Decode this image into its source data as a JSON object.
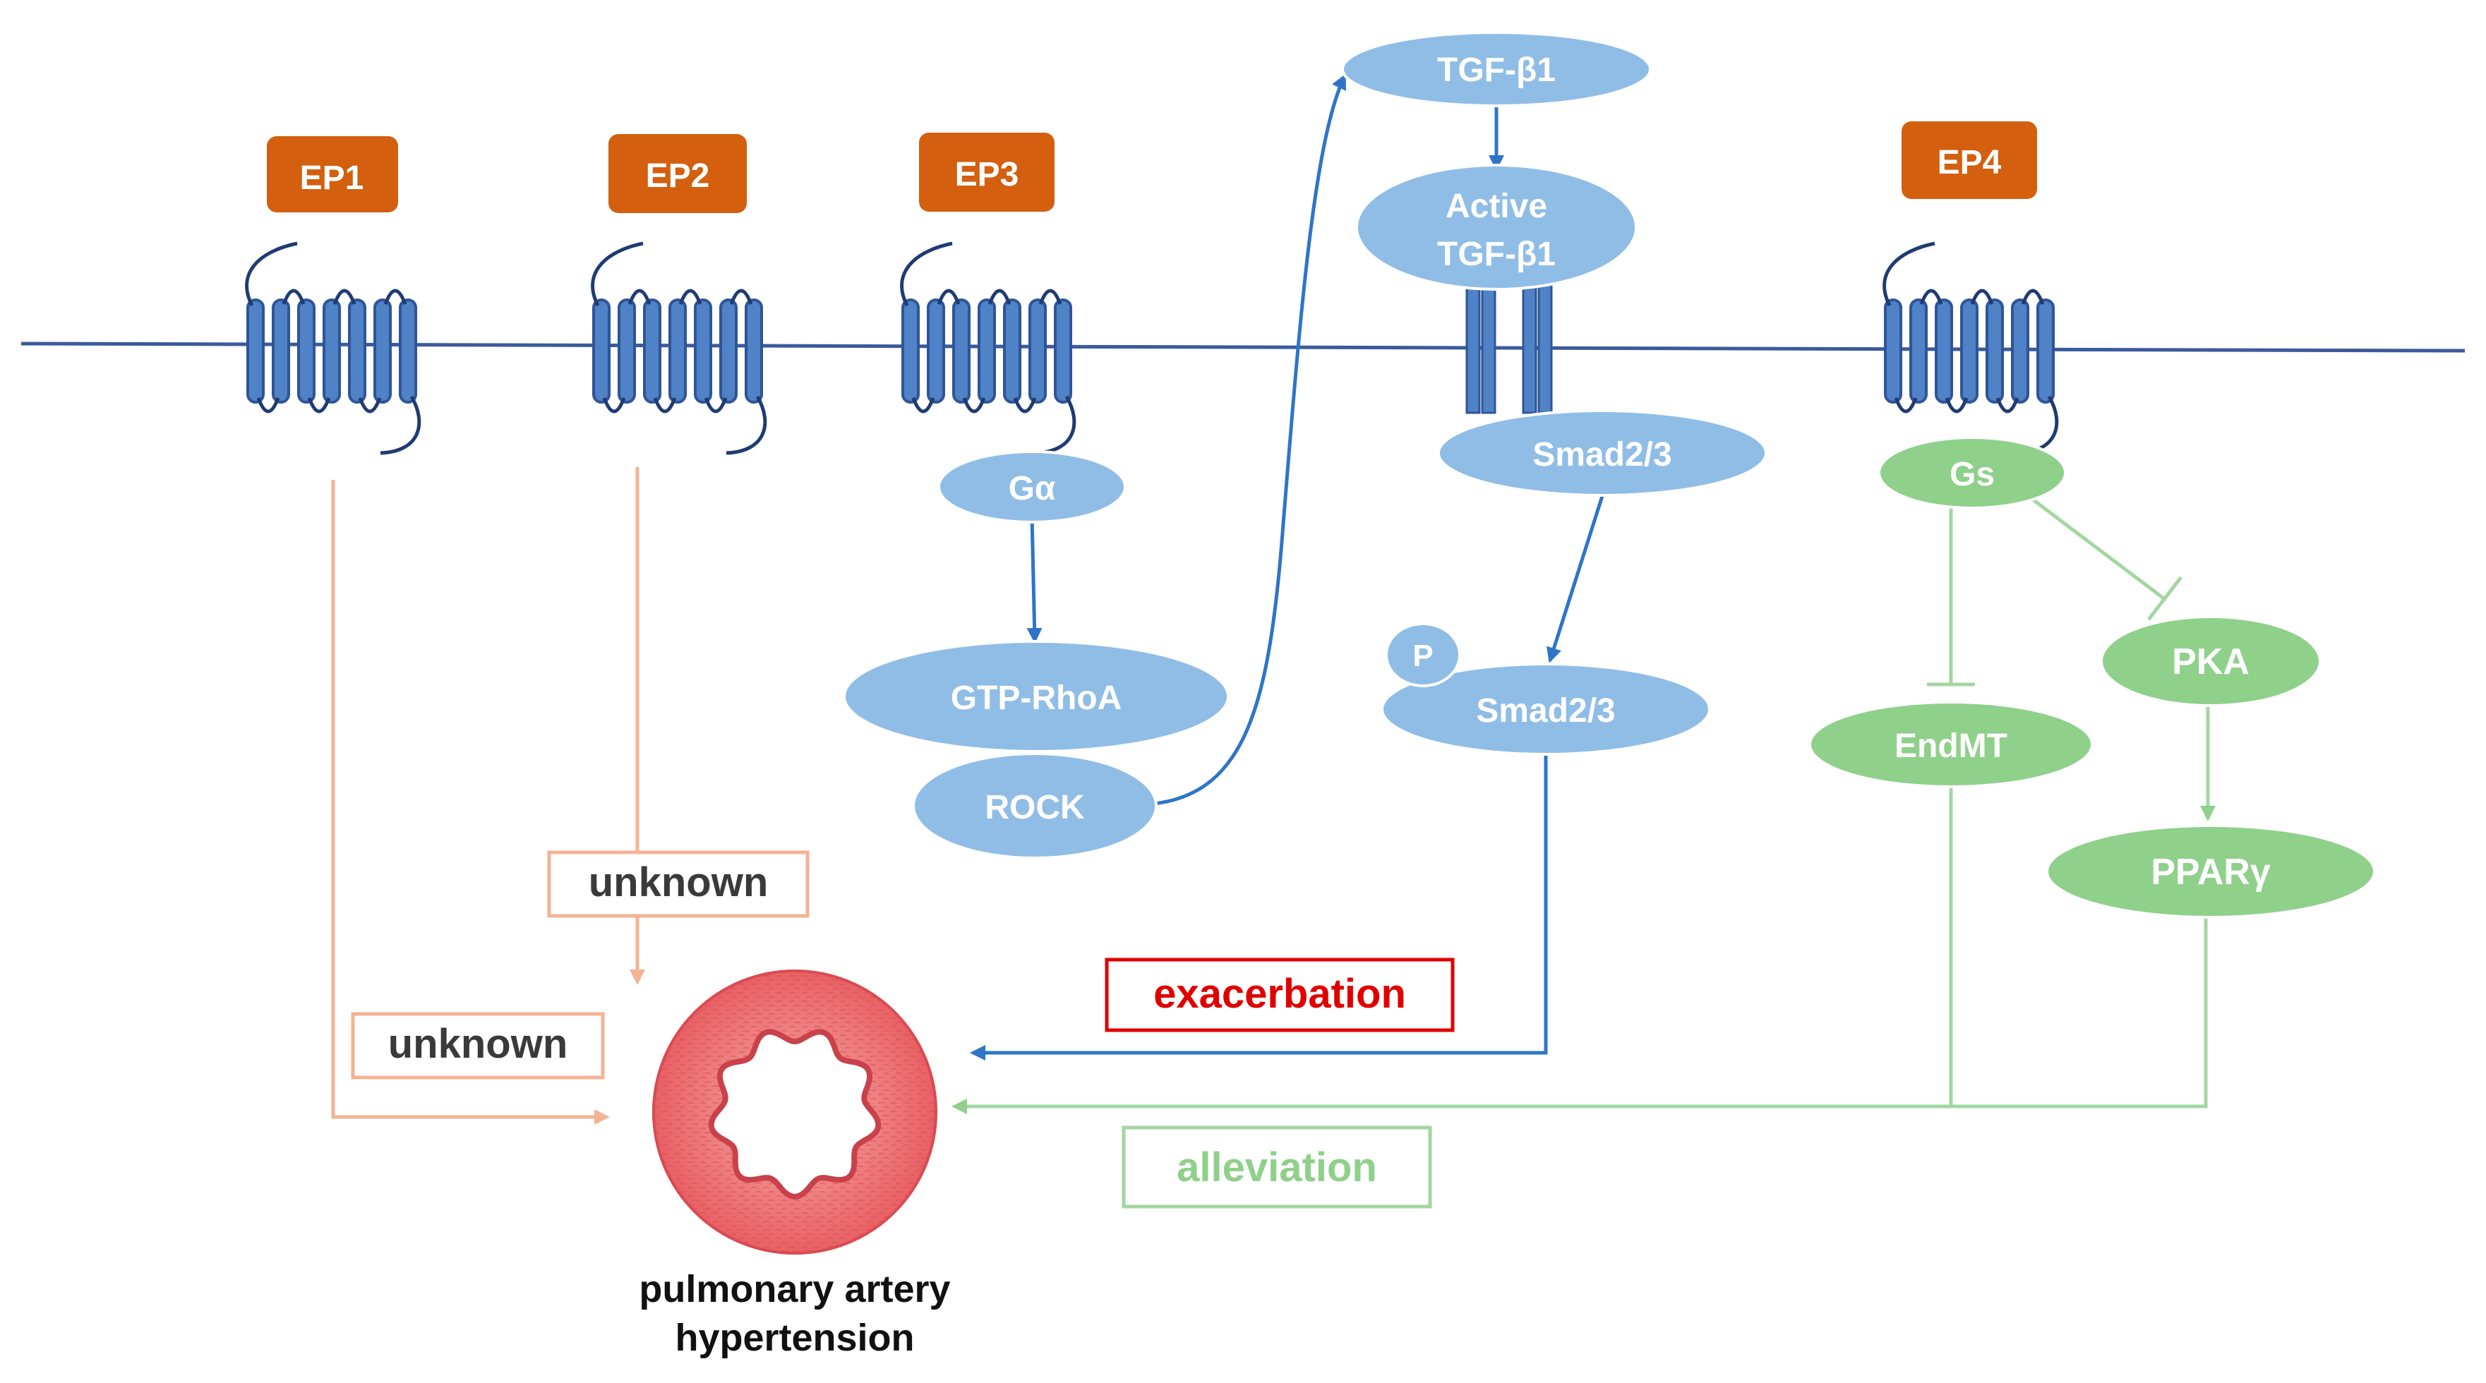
{
  "receptors": {
    "ep1": "EP1",
    "ep2": "EP2",
    "ep3": "EP3",
    "ep4": "EP4"
  },
  "nodes": {
    "tgf_b1": "TGF-β1",
    "active_line1": "Active",
    "active_line2": "TGF-β1",
    "smad_top": "Smad2/3",
    "p_badge": "P",
    "smad_p": "Smad2/3",
    "g_alpha": "Gα",
    "gtp_rhoa": "GTP-RhoA",
    "rock": "ROCK",
    "gs": "Gs",
    "pka": "PKA",
    "endmt": "EndMT",
    "ppar": "PPARγ"
  },
  "effects": {
    "unknown_ep2": "unknown",
    "unknown_ep1": "unknown",
    "exacerbation": "exacerbation",
    "alleviation": "alleviation"
  },
  "outcome": {
    "line1": "pulmonary artery",
    "line2": "hypertension"
  },
  "colors": {
    "membrane": "#3b5a9c",
    "receptor_fill": "#4f82c6",
    "receptor_stroke": "#2f5597",
    "badge": "#d35f0f",
    "blue_node": "#8fbde6",
    "blue_arrow": "#2e75c7",
    "green_node": "#8fd08a",
    "green_line": "#a3d6a0",
    "orange_line": "#f4b394",
    "red": "#e00000",
    "artery": "#ea6a6e"
  }
}
